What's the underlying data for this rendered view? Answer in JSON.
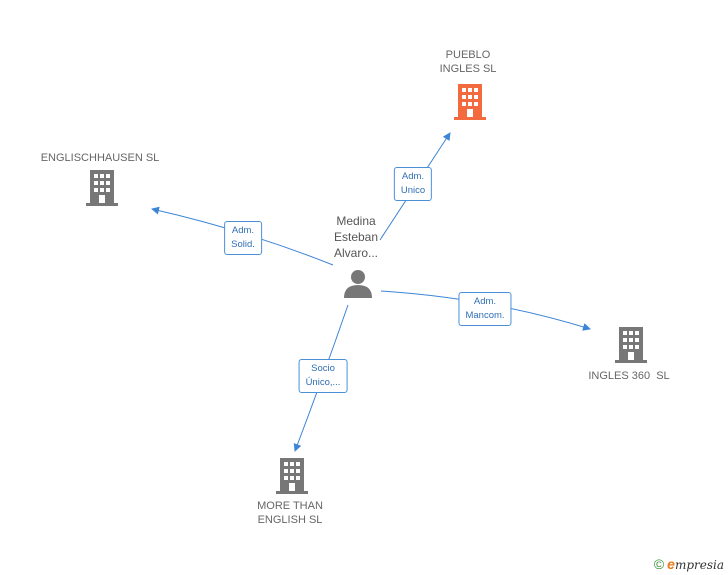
{
  "colors": {
    "edge": "#3d85d6",
    "company": "#777777",
    "company_highlight": "#f26a3d",
    "person": "#777777"
  },
  "person": {
    "label": "Medina\nEsteban\nAlvaro..."
  },
  "companies": [
    {
      "id": "pueblo",
      "label": "PUEBLO\nINGLES SL",
      "highlight": true
    },
    {
      "id": "englischhausen",
      "label": "ENGLISCHHAUSEN SL",
      "highlight": false
    },
    {
      "id": "ingles360",
      "label": "INGLES 360  SL",
      "highlight": false
    },
    {
      "id": "morethan",
      "label": "MORE THAN\nENGLISH SL",
      "highlight": false
    }
  ],
  "relations": [
    {
      "to": "pueblo",
      "label": "Adm.\nUnico"
    },
    {
      "to": "englischhausen",
      "label": "Adm.\nSolid."
    },
    {
      "to": "ingles360",
      "label": "Adm.\nMancom."
    },
    {
      "to": "morethan",
      "label": "Socio\nÚnico,..."
    }
  ],
  "brand": {
    "copyright": "©",
    "initial": "e",
    "rest": "mpresia"
  }
}
